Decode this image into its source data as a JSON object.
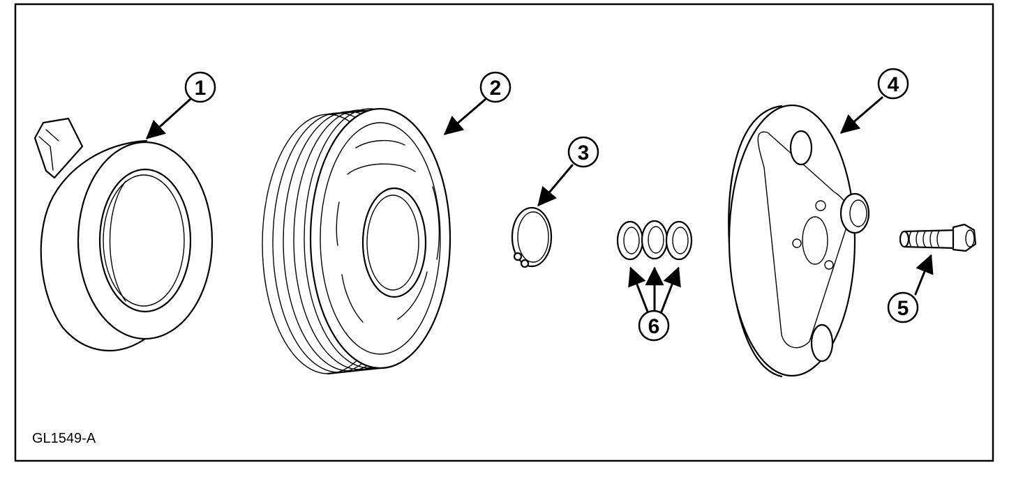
{
  "figure_id": "GL1549-A",
  "callouts": [
    {
      "label": "1"
    },
    {
      "label": "2"
    },
    {
      "label": "3"
    },
    {
      "label": "4"
    },
    {
      "label": "5"
    },
    {
      "label": "6"
    }
  ],
  "colors": {
    "line": "#000000",
    "background": "#ffffff"
  }
}
